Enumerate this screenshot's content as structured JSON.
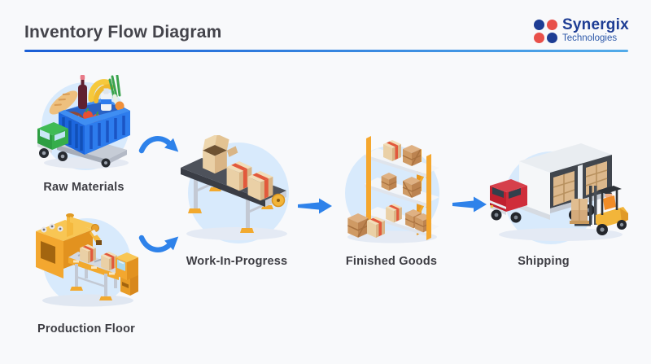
{
  "header": {
    "title": "Inventory Flow Diagram",
    "logo": {
      "brand": "Synergix",
      "tagline": "Technologies",
      "navy": "#1e3d94",
      "red": "#e8504a"
    }
  },
  "flow": {
    "stages": [
      {
        "label": "Raw Materials",
        "icon": "grocery-truck-icon"
      },
      {
        "label": "Production Floor",
        "icon": "factory-machine-icon"
      },
      {
        "label": "Work-In-Progress",
        "icon": "conveyor-belt-icon"
      },
      {
        "label": "Finished Goods",
        "icon": "storage-rack-icon"
      },
      {
        "label": "Shipping",
        "icon": "cargo-truck-forklift-icon"
      }
    ],
    "connections": [
      {
        "from": "Raw Materials",
        "to": "Work-In-Progress",
        "style": "curved-down-right"
      },
      {
        "from": "Production Floor",
        "to": "Work-In-Progress",
        "style": "curved-up-right"
      },
      {
        "from": "Work-In-Progress",
        "to": "Finished Goods",
        "style": "straight-right"
      },
      {
        "from": "Finished Goods",
        "to": "Shipping",
        "style": "straight-right"
      }
    ]
  },
  "colors": {
    "background": "#f8f9fb",
    "accent_blue": "#2e82ea",
    "divider_start": "#1a5ed6",
    "divider_end": "#52abe9",
    "circle_bg": "#d8eafc",
    "title_text": "#44444b",
    "label_text": "#3d3d43"
  }
}
